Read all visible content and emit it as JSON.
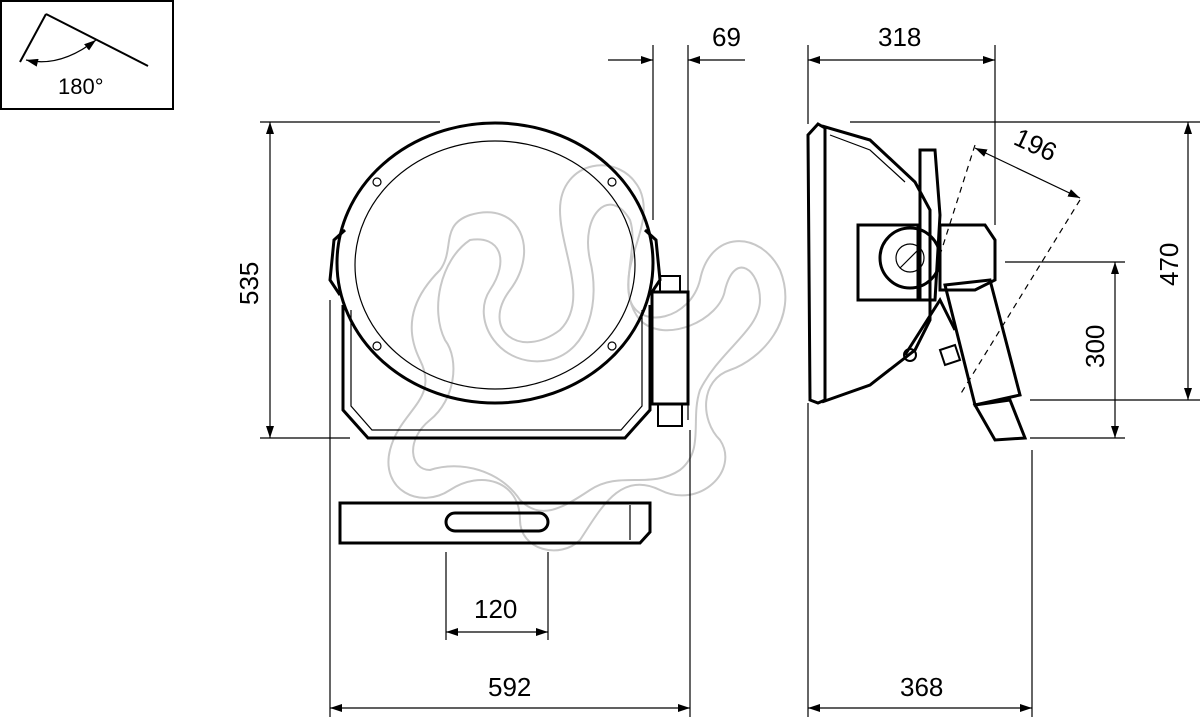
{
  "rotation": {
    "label": "180°"
  },
  "dimensions": {
    "d69": "69",
    "d318": "318",
    "d196": "196",
    "d535": "535",
    "d470": "470",
    "d300": "300",
    "d120": "120",
    "d592": "592",
    "d368": "368"
  }
}
